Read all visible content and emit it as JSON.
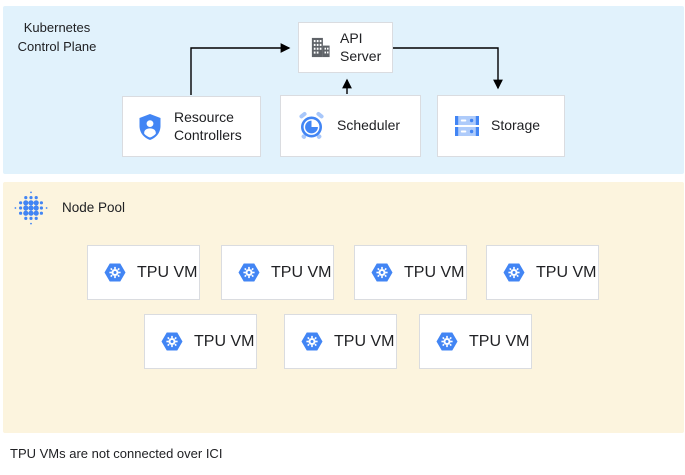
{
  "control_plane": {
    "label": "Kubernetes Control Plane",
    "background": "#E1F2FC",
    "nodes": {
      "api_server": {
        "label": "API Server",
        "icon": "building-icon"
      },
      "resource_controllers": {
        "label": "Resource Controllers",
        "icon": "shield-user-icon"
      },
      "scheduler": {
        "label": "Scheduler",
        "icon": "alarm-clock-icon"
      },
      "storage": {
        "label": "Storage",
        "icon": "storage-disks-icon"
      }
    }
  },
  "node_pool": {
    "label": "Node Pool",
    "icon": "dot-grid-icon",
    "background": "#FCF4DE",
    "vm_icon": "compute-hexagon-gear-icon",
    "vms": [
      {
        "label": "TPU VM"
      },
      {
        "label": "TPU VM"
      },
      {
        "label": "TPU VM"
      },
      {
        "label": "TPU VM"
      },
      {
        "label": "TPU VM"
      },
      {
        "label": "TPU VM"
      },
      {
        "label": "TPU VM"
      }
    ]
  },
  "edges": [
    {
      "from": "resource_controllers",
      "to": "api_server"
    },
    {
      "from": "scheduler",
      "to": "api_server"
    },
    {
      "from": "api_server",
      "to": "storage"
    }
  ],
  "caption": "TPU VMs are not connected over ICI",
  "colors": {
    "accent_blue": "#4285F4",
    "light_blue_fill": "#AECBFA",
    "icon_gray": "#5F6368",
    "border_gray": "#DADCE0",
    "control_plane_bg": "#E1F2FC",
    "node_pool_bg": "#FCF4DE",
    "text": "#202124",
    "arrow": "#000000"
  }
}
